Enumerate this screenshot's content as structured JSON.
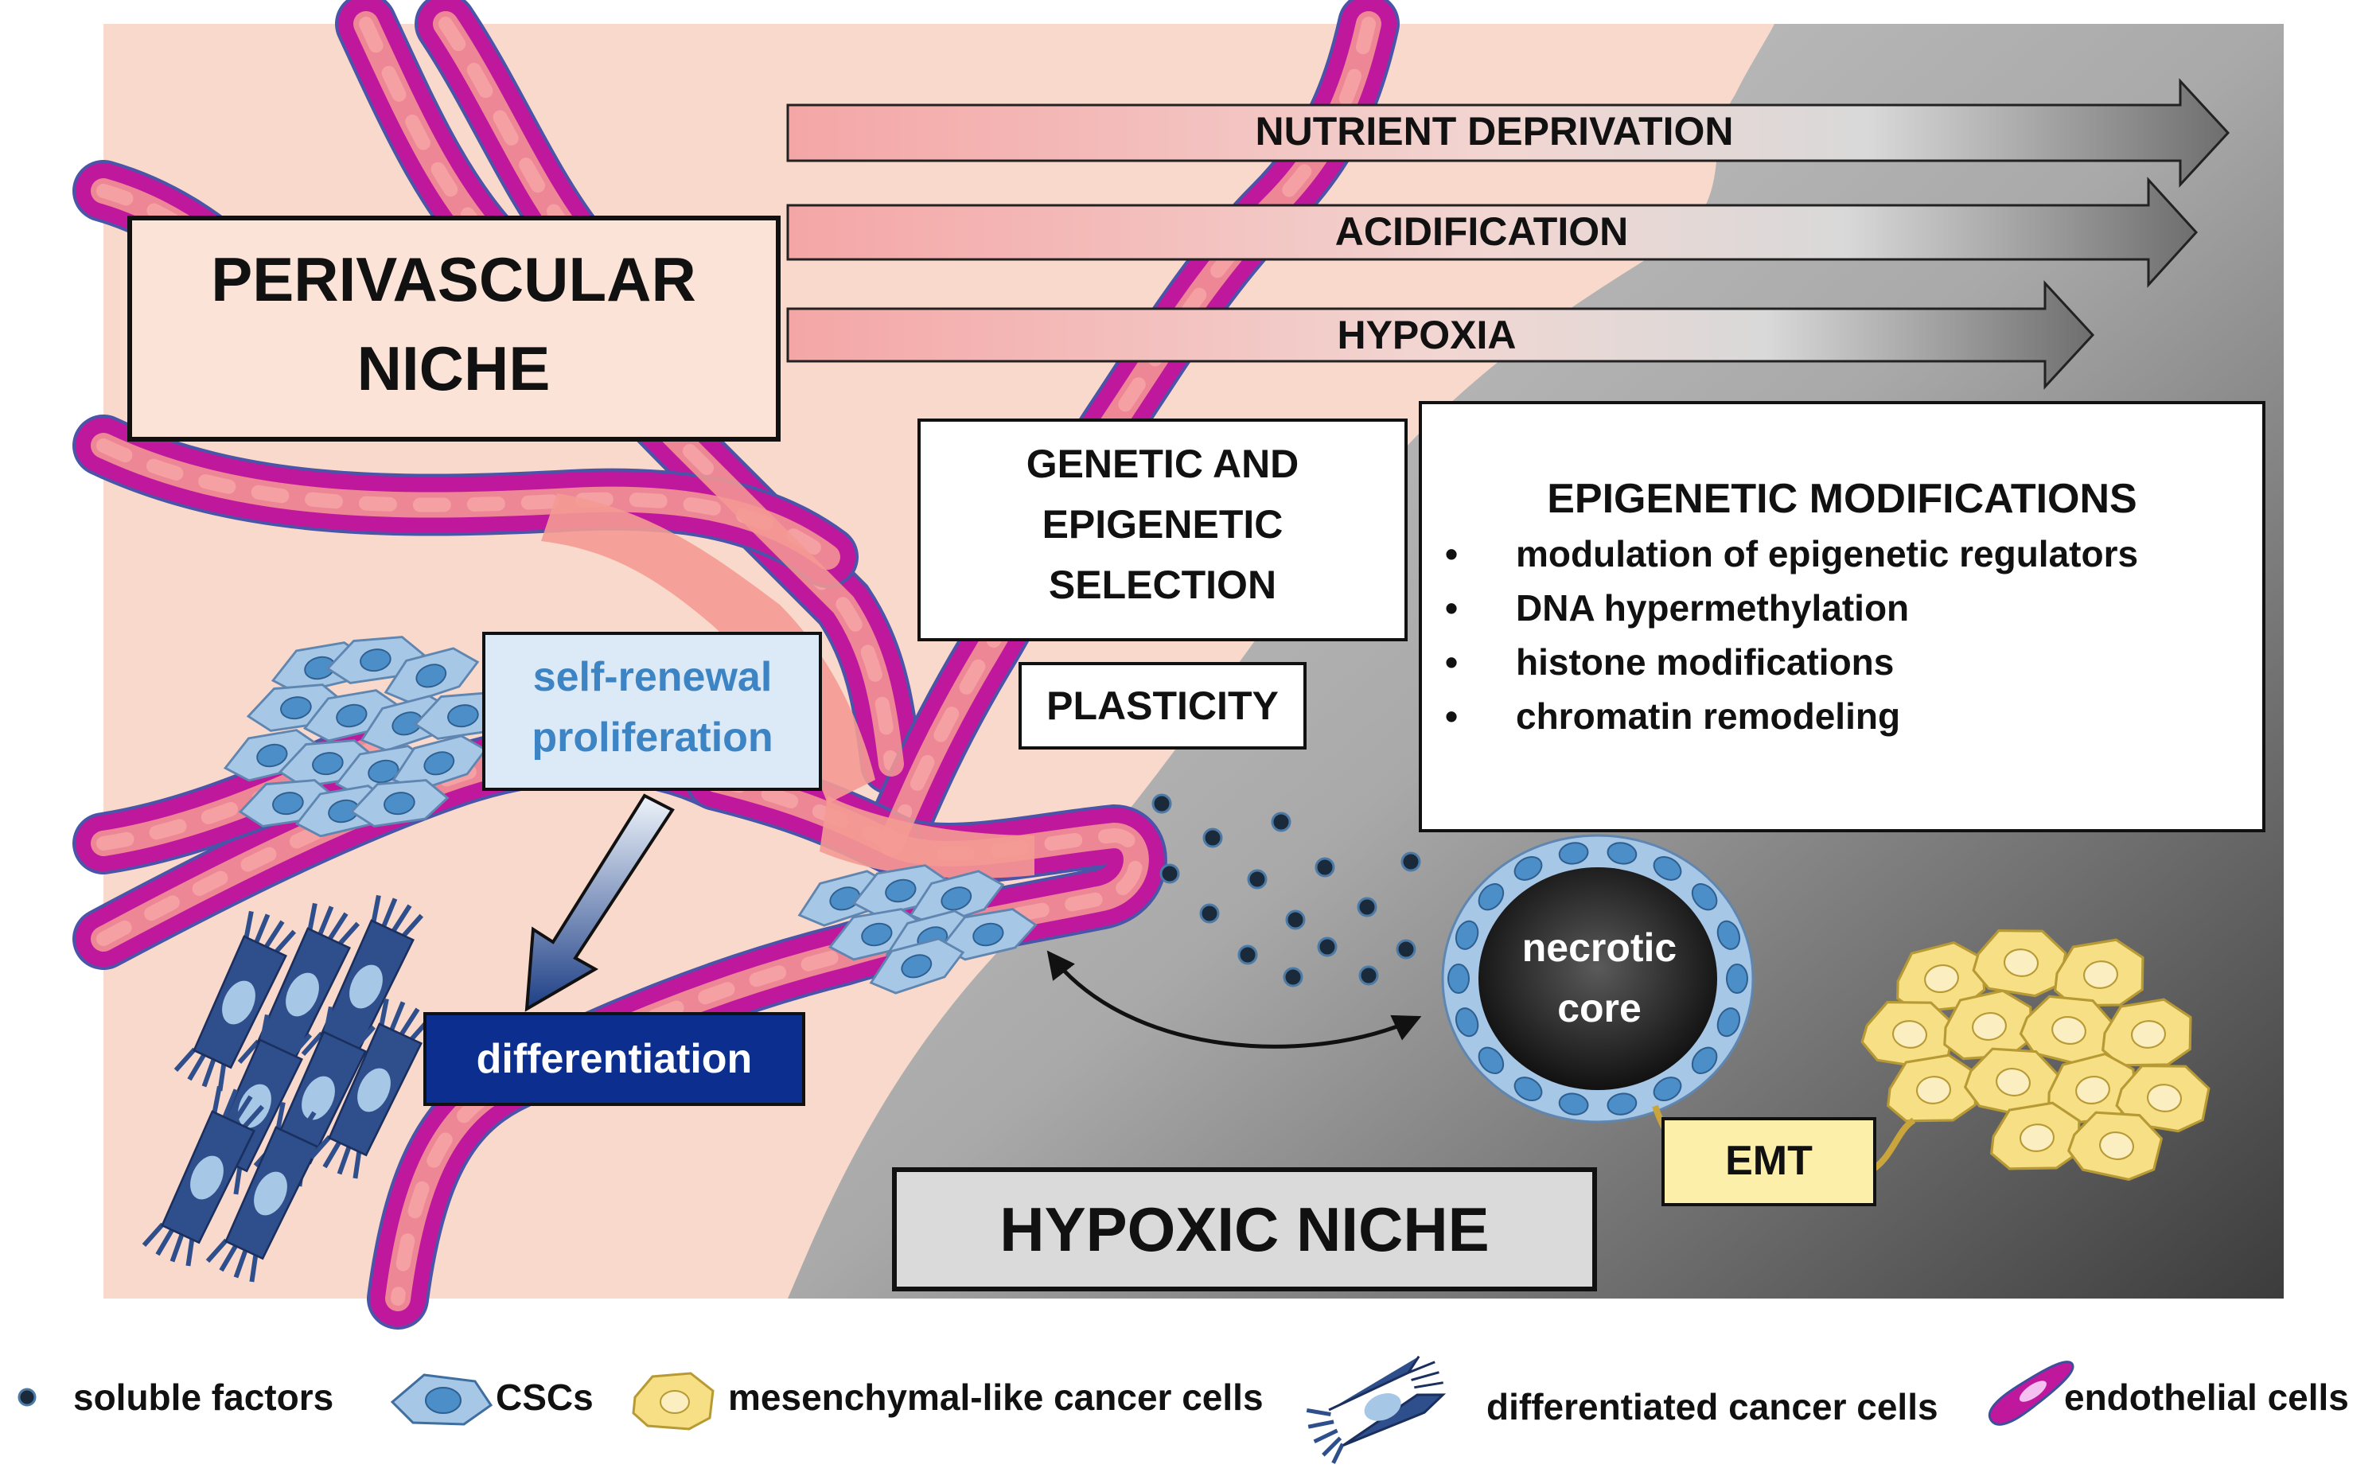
{
  "colors": {
    "tissue": "#f9d9cb",
    "vessel_lumen": "#f49a94",
    "endothelial": "#c0189c",
    "endothelial_nucleus": "#f4c0f0",
    "csc_fill": "#a7c7e6",
    "csc_nucleus": "#4c8ec8",
    "differentiated": "#2e4f8c",
    "mesenchymal": "#f6df85",
    "hypoxic_light": "#c8c8c8",
    "hypoxic_dark": "#474747",
    "selfrenewal_box": "#dce9f6",
    "selfrenewal_text": "#3d84c4",
    "differentiation_box": "#0b2e8f",
    "emt_box": "#fcefaa",
    "hypoxic_label_box": "#dadada"
  },
  "gradient_arrows": [
    {
      "label": "NUTRIENT DEPRIVATION"
    },
    {
      "label": "ACIDIFICATION"
    },
    {
      "label": "HYPOXIA"
    }
  ],
  "labels": {
    "perivascular_line1": "PERIVASCULAR",
    "perivascular_line2": "NICHE",
    "selection_line1": "GENETIC AND",
    "selection_line2": "EPIGENETIC",
    "selection_line3": "SELECTION",
    "plasticity": "PLASTICITY",
    "selfrenewal_line1": "self-renewal",
    "selfrenewal_line2": "proliferation",
    "differentiation": "differentiation",
    "necrotic_line1": "necrotic",
    "necrotic_line2": "core",
    "emt": "EMT",
    "hypoxic_niche": "HYPOXIC NICHE"
  },
  "epigenetic": {
    "title": "EPIGENETIC MODIFICATIONS",
    "bullet": "•",
    "items": [
      "modulation of epigenetic regulators",
      "DNA hypermethylation",
      "histone modifications",
      "chromatin remodeling"
    ]
  },
  "legend": [
    {
      "icon": "soluble-factor-icon",
      "label": "soluble factors"
    },
    {
      "icon": "csc-icon",
      "label": "CSCs"
    },
    {
      "icon": "mesenchymal-cell-icon",
      "label": "mesenchymal-like cancer cells"
    },
    {
      "icon": "differentiated-cell-icon",
      "label": "differentiated cancer cells"
    },
    {
      "icon": "endothelial-cell-icon",
      "label": "endothelial cells"
    }
  ]
}
